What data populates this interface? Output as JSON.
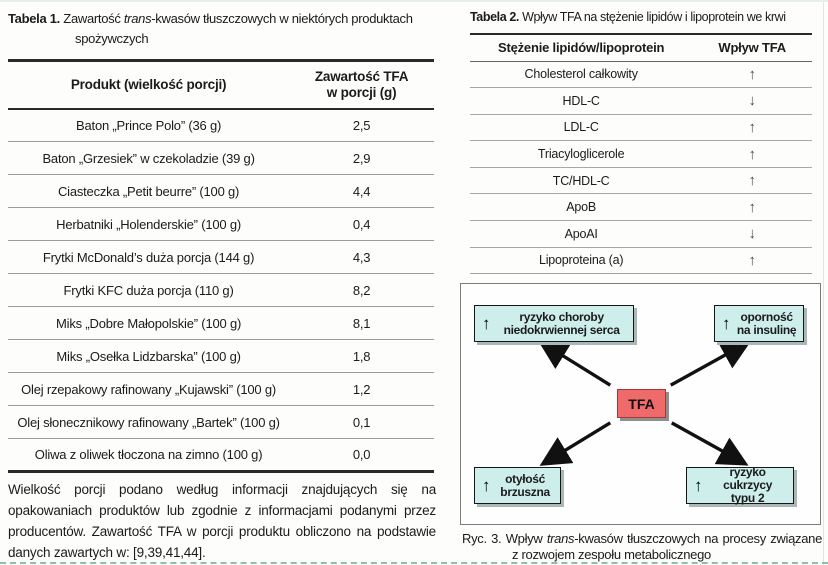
{
  "table1": {
    "label": "Tabela 1.",
    "title_part1": "Zawartość ",
    "title_italic": "trans",
    "title_part2": "-kwasów tłuszczowych w niektórych produktach",
    "title_line2": "spożywczych",
    "col_product": "Produkt (wielkość porcji)",
    "col_tfa_line1": "Zawartość TFA",
    "col_tfa_line2": "w porcji (g)",
    "rows": [
      {
        "product": "Baton „Prince Polo” (36 g)",
        "tfa": "2,5"
      },
      {
        "product": "Baton „Grzesiek” w czekoladzie (39 g)",
        "tfa": "2,9"
      },
      {
        "product": "Ciasteczka „Petit beurre” (100 g)",
        "tfa": "4,4"
      },
      {
        "product": "Herbatniki „Holenderskie” (100 g)",
        "tfa": "0,4"
      },
      {
        "product": "Frytki McDonald’s duża porcja (144 g)",
        "tfa": "4,3"
      },
      {
        "product": "Frytki KFC duża porcja (110 g)",
        "tfa": "8,2"
      },
      {
        "product": "Miks „Dobre Małopolskie” (100 g)",
        "tfa": "8,1"
      },
      {
        "product": "Miks „Osełka Lidzbarska” (100 g)",
        "tfa": "1,8"
      },
      {
        "product": "Olej rzepakowy rafinowany „Kujawski” (100 g)",
        "tfa": "1,2"
      },
      {
        "product": "Olej słonecznikowy rafinowany „Bartek” (100 g)",
        "tfa": "0,1"
      },
      {
        "product": "Oliwa z oliwek tłoczona na zimno (100 g)",
        "tfa": "0,0"
      }
    ],
    "footnote_lines": [
      "Wielkość porcji podano według informacji znajdujących się na",
      "opakowaniach produktów lub zgodnie z informacjami podanymi przez",
      "producentów. Zawartość TFA w porcji produktu obliczono na podstawie",
      "danych zawartych w: [9,39,41,44]."
    ]
  },
  "table2": {
    "label": "Tabela 2.",
    "title": "Wpływ TFA na stężenie lipidów i lipoprotein we krwi",
    "col_lipid": "Stężenie lipidów/lipoprotein",
    "col_effect": "Wpływ TFA",
    "rows": [
      {
        "name": "Cholesterol całkowity",
        "effect": "↑"
      },
      {
        "name": "HDL-C",
        "effect": "↓"
      },
      {
        "name": "LDL-C",
        "effect": "↑"
      },
      {
        "name": "Triacyloglicerole",
        "effect": "↑"
      },
      {
        "name": "TC/HDL-C",
        "effect": "↑"
      },
      {
        "name": "ApoB",
        "effect": "↑"
      },
      {
        "name": "ApoAI",
        "effect": "↓"
      },
      {
        "name": "Lipoproteina (a)",
        "effect": "↑"
      }
    ]
  },
  "figure": {
    "center_label": "TFA",
    "colors": {
      "box_bg": "#cdeeea",
      "center_bg": "#ef6a6b",
      "center_border": "#a93636",
      "arrow": "#111111"
    },
    "boxes": {
      "top_left": {
        "arrow": "↑",
        "line1": "ryzyko choroby",
        "line2": "niedokrwiennej serca"
      },
      "top_right": {
        "arrow": "↑",
        "line1": "oporność",
        "line2": "na insulinę"
      },
      "bottom_left": {
        "arrow": "↑",
        "line1": "otyłość",
        "line2": "brzuszna"
      },
      "bottom_right": {
        "arrow": "↑",
        "line1": "ryzyko cukrzycy",
        "line2": "typu 2"
      }
    },
    "caption_label": "Ryc. 3.",
    "caption_part1": "Wpływ ",
    "caption_italic": "trans",
    "caption_part2": "-kwasów tłuszczowych na procesy związane",
    "caption_line2": "z rozwojem zespołu metabolicznego"
  }
}
